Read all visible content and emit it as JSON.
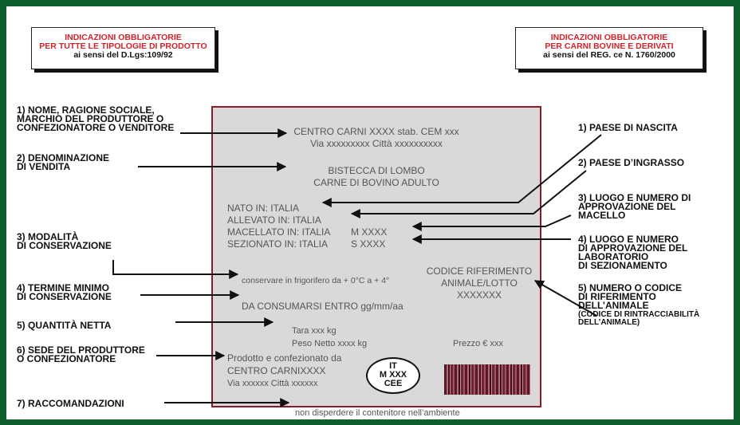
{
  "header_left": {
    "line1": "INDICAZIONI OBBLIGATORIE",
    "line2": "PER TUTTE LE TIPOLOGIE DI PRODOTTO",
    "line3": "ai sensi del D.Lgs:109/92"
  },
  "header_right": {
    "line1": "INDICAZIONI OBBLIGATORIE",
    "line2": "PER CARNI BOVINE E DERIVATI",
    "line3": "ai sensi del REG. ce N. 1760/2000"
  },
  "left_labels": [
    [
      "1) NOME, RAGIONE SOCIALE,",
      "MARCHIO DEL PRODUTTORE O",
      "CONFEZIONATORE O VENDITORE"
    ],
    [
      "2) DENOMINAZIONE",
      "DI VENDITA"
    ],
    [
      "3) MODALITÀ",
      "DI CONSERVAZIONE"
    ],
    [
      "4) TERMINE MINIMO",
      "DI CONSERVAZIONE"
    ],
    [
      "5) QUANTITÀ NETTA"
    ],
    [
      "6) SEDE DEL PRODUTTORE",
      "O CONFEZIONATORE"
    ],
    [
      "7) RACCOMANDAZIONI"
    ]
  ],
  "right_labels": [
    [
      "1) PAESE DI NASCITA"
    ],
    [
      "2) PAESE D’INGRASSO"
    ],
    [
      "3) LUOGO E NUMERO DI",
      "APPROVAZIONE DEL",
      "MACELLO"
    ],
    [
      "4) LUOGO E NUMERO",
      "DI APPROVAZIONE DEL",
      "LABORATORIO",
      "DI SEZIONAMENTO"
    ],
    [
      "5) NUMERO O CODICE",
      "DI RIFERIMENTO",
      "DELL’ANIMALE"
    ],
    [
      "(CODICE DI RINTRACCIABILITÀ",
      "DELL’ANIMALE)"
    ]
  ],
  "label": {
    "producer_line1": "CENTRO CARNI XXXX stab. CEM xxx",
    "producer_line2": "Via xxxxxxxxx Città xxxxxxxxxx",
    "name_line1": "BISTECCA DI LOMBO",
    "name_line2": "CARNE DI BOVINO ADULTO",
    "born": "NATO IN: ITALIA",
    "raised": "ALLEVATO IN: ITALIA",
    "slaughtered": "MACELLATO IN: ITALIA",
    "slaughter_code": "M XXXX",
    "cut": "SEZIONATO IN: ITALIA",
    "cut_code": "S XXXX",
    "storage": "conservare in frigorifero da + 0°C a + 4°",
    "code_line1": "CODICE RIFERIMENTO",
    "code_line2": "ANIMALE/LOTTO",
    "code_line3": "XXXXXXX",
    "expiry": "DA CONSUMARSI ENTRO gg/mm/aa",
    "tare": "Tara xxx kg",
    "net_weight": "Peso Netto xxxx kg",
    "price": "Prezzo € xxx",
    "prod_line1": "Prodotto e confezionato da",
    "prod_line2": "CENTRO CARNIXXXX",
    "prod_line3": "Via xxxxxx Città xxxxxx",
    "oval_line1": "IT",
    "oval_line2": "M XXX",
    "oval_line3": "CEE",
    "recommendation": "non disperdere il contenitore nell’ambiente"
  },
  "colors": {
    "frame": "#0e5f2b",
    "header_red": "#d2232a",
    "label_bg": "#d9d9d9",
    "label_border": "#8a1c2a"
  }
}
